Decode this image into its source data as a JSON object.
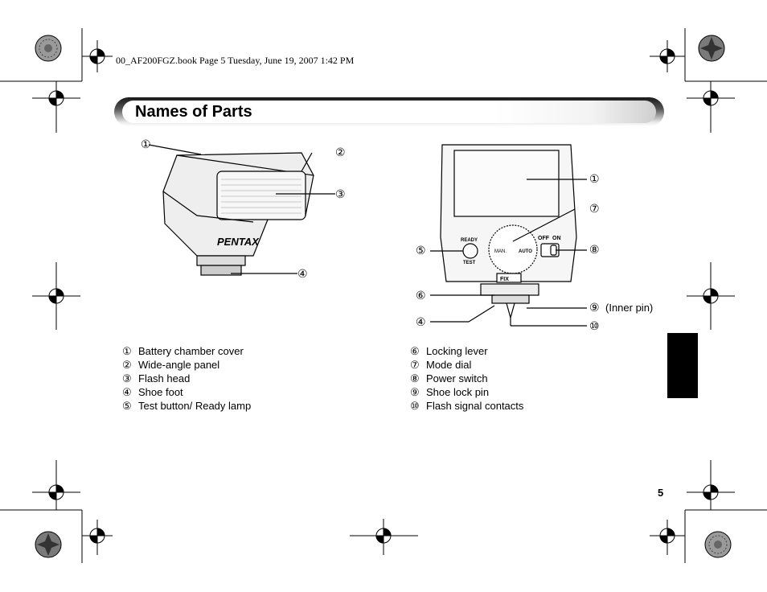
{
  "header_line": "00_AF200FGZ.book  Page 5  Tuesday, June 19, 2007  1:42 PM",
  "title": "Names of Parts",
  "brand_logo": "PENTAX",
  "left_callouts": [
    "①",
    "②",
    "③",
    "④"
  ],
  "right_callouts": [
    "①",
    "⑦",
    "⑤",
    "⑧",
    "⑥",
    "⑨",
    "④",
    "⑩"
  ],
  "inner_pin_note": "(Inner pin)",
  "device_labels": {
    "ready": "READY",
    "test": "TEST",
    "off": "OFF",
    "on": "ON",
    "fix": "FIX",
    "auto": "AUTO",
    "manual": "MAN."
  },
  "parts_left": [
    {
      "num": "①",
      "label": "Battery chamber cover"
    },
    {
      "num": "②",
      "label": "Wide-angle panel"
    },
    {
      "num": "③",
      "label": "Flash head"
    },
    {
      "num": "④",
      "label": "Shoe foot"
    },
    {
      "num": "⑤",
      "label": "Test button/ Ready lamp"
    }
  ],
  "parts_right": [
    {
      "num": "⑥",
      "label": "Locking lever"
    },
    {
      "num": "⑦",
      "label": "Mode dial"
    },
    {
      "num": "⑧",
      "label": "Power switch"
    },
    {
      "num": "⑨",
      "label": "Shoe lock pin"
    },
    {
      "num": "⑩",
      "label": "Flash signal contacts"
    }
  ],
  "page_number": "5"
}
